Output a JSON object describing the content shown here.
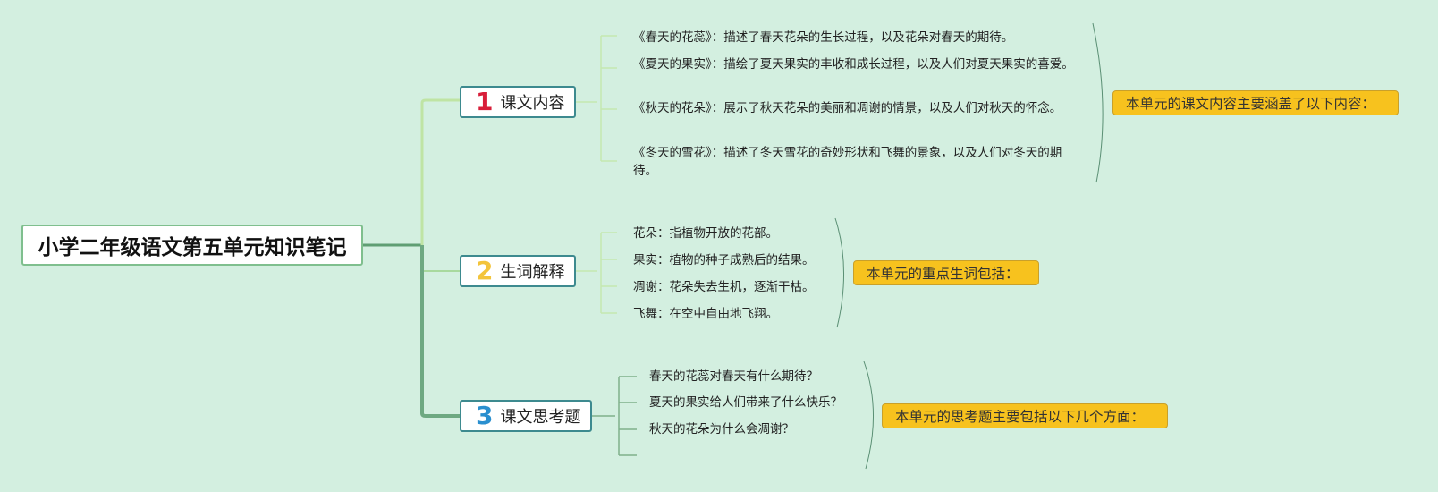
{
  "root": {
    "title": "小学二年级语文第五单元知识笔记"
  },
  "branches": [
    {
      "number": "1",
      "number_color": "#d81e3a",
      "label": "课文内容",
      "items": [
        "《春天的花蕊》：描述了春天花朵的生长过程，以及花朵对春天的期待。",
        "《夏天的果实》：描绘了夏天果实的丰收和成长过程，以及人们对夏天果实的喜爱。",
        "《秋天的花朵》：展示了秋天花朵的美丽和凋谢的情景，以及人们对秋天的怀念。",
        "《冬天的雪花》：描述了冬天雪花的奇妙形状和飞舞的景象，以及人们对冬天的期待。"
      ],
      "summary": "本单元的课文内容主要涵盖了以下内容："
    },
    {
      "number": "2",
      "number_color": "#f3c43c",
      "label": "生词解释",
      "items": [
        "花朵：指植物开放的花部。",
        "果实：植物的种子成熟后的结果。",
        "凋谢：花朵失去生机，逐渐干枯。",
        "飞舞：在空中自由地飞翔。"
      ],
      "summary": "本单元的重点生词包括："
    },
    {
      "number": "3",
      "number_color": "#2a8fcf",
      "label": "课文思考题",
      "items": [
        "春天的花蕊对春天有什么期待？",
        "夏天的果实给人们带来了什么快乐？",
        "秋天的花朵为什么会凋谢？",
        ""
      ],
      "summary": "本单元的思考题主要包括以下几个方面："
    }
  ]
}
